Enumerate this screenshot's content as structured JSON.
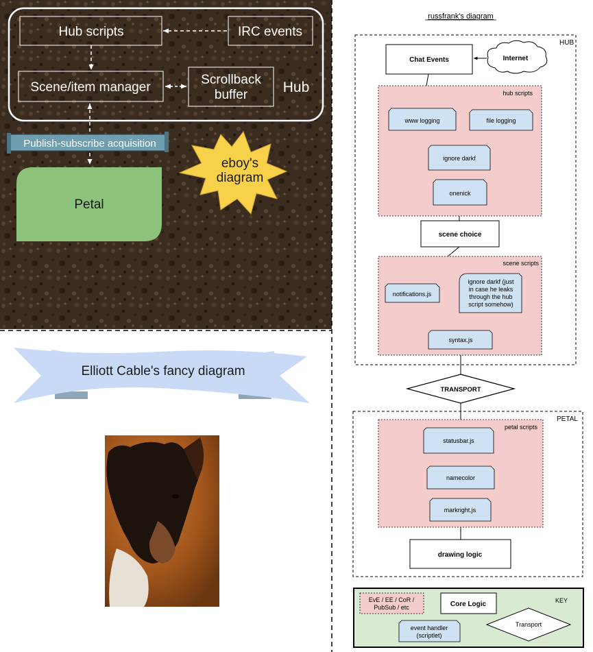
{
  "eboy": {
    "hub_scripts": "Hub scripts",
    "irc_events": "IRC events",
    "scene_item_manager": "Scene/item manager",
    "scrollback_line1": "Scrollback",
    "scrollback_line2": "buffer",
    "hub": "Hub",
    "pubsub": "Publish-subscribe acquisition",
    "petal": "Petal",
    "starburst_line1": "eboy's",
    "starburst_line2": "diagram",
    "colors": {
      "soil": "#3a2b1f",
      "petal": "#8cc27a",
      "pubsub": "#6e9eb0",
      "starburst": "#f7d14a"
    }
  },
  "elliott": {
    "banner": "Elliott Cable's fancy diagram",
    "colors": {
      "banner": "#c9daf7",
      "banner_fold": "#8ea6b9"
    }
  },
  "russfrank": {
    "title": "russfrank's diagram",
    "hub_label": "HUB",
    "petal_label": "PETAL",
    "chat_events": "Chat Events",
    "internet": "Internet",
    "hub_scripts_label": "hub scripts",
    "www_logging": "www logging",
    "file_logging": "file logging",
    "ignore_darkf": "ignore darkf",
    "onenick": "onenick",
    "scene_choice": "scene choice",
    "scene_scripts_label": "scene scripts",
    "notifications": "notifications.js",
    "ignore_darkf_long": [
      "ignore darkf (just",
      "in case he leaks",
      "through the hub",
      "script somehow)"
    ],
    "syntax": "syntax.js",
    "transport": "TRANSPORT",
    "petal_scripts_label": "petal scripts",
    "statusbar": "statusbar.js",
    "namecolor": "namecolor",
    "markright": "markright.js",
    "drawing_logic": "drawing logic",
    "key": {
      "label": "KEY",
      "eve_line1": "EvE / EE / CoR /",
      "eve_line2": "PubSub / etc",
      "core_logic": "Core Logic",
      "handler_line1": "event handler",
      "handler_line2": "(scriptlet)",
      "transport": "Transport"
    },
    "colors": {
      "pink": "#f4cccc",
      "handler": "#cfe2f3",
      "key_bg": "#d9ead3"
    }
  }
}
